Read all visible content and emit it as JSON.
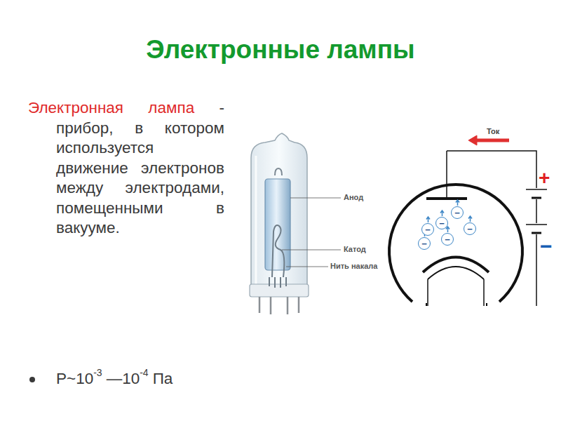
{
  "diagram": {
    "title": "Электронные лампы",
    "nodes": [
      {
        "text": [
          "−"
        ]
      },
      {
        "text": [
          "−"
        ]
      },
      {
        "text": [
          "−"
        ]
      },
      {
        "text": [
          "−"
        ]
      },
      {
        "text": [
          "−"
        ]
      },
      {
        "text": [
          "−"
        ]
      }
    ],
    "labels": [
      "Электронная лампа",
      "- прибор, в котором используется движение электронов между электродами, помещенными в вакууме.",
      "P~10",
      "-3",
      "—10",
      "-4",
      "Па",
      "Анод",
      "Катод",
      "Нить накала",
      "Ток",
      "+",
      "−"
    ]
  }
}
